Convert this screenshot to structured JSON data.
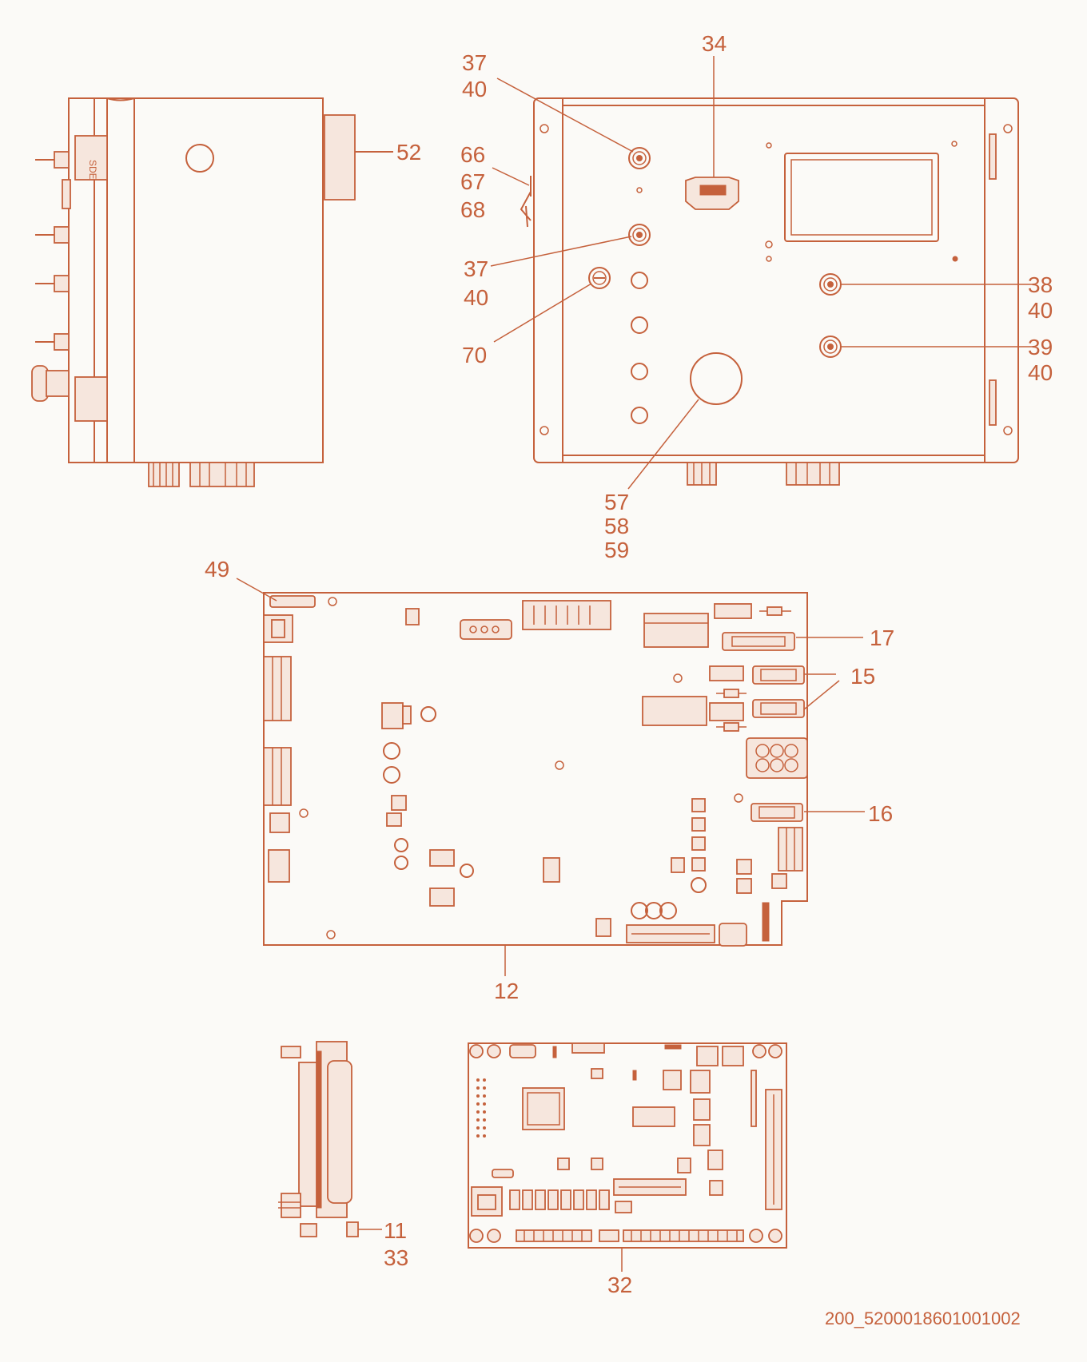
{
  "colors": {
    "line": "#c5613c",
    "background": "#fbfaf7",
    "light_fill": "#f6e6dd"
  },
  "callouts": {
    "c52": "52",
    "c37a": "37",
    "c40a": "40",
    "c34": "34",
    "c66": "66",
    "c67": "67",
    "c68": "68",
    "c37b": "37",
    "c40b": "40",
    "c70": "70",
    "c38": "38",
    "c40c": "40",
    "c39": "39",
    "c40d": "40",
    "c57": "57",
    "c58": "58",
    "c59": "59",
    "c49": "49",
    "c17": "17",
    "c15": "15",
    "c16": "16",
    "c12": "12",
    "c11": "11",
    "c33": "33",
    "c32": "32"
  },
  "doc_id": "200_5200018601001002"
}
